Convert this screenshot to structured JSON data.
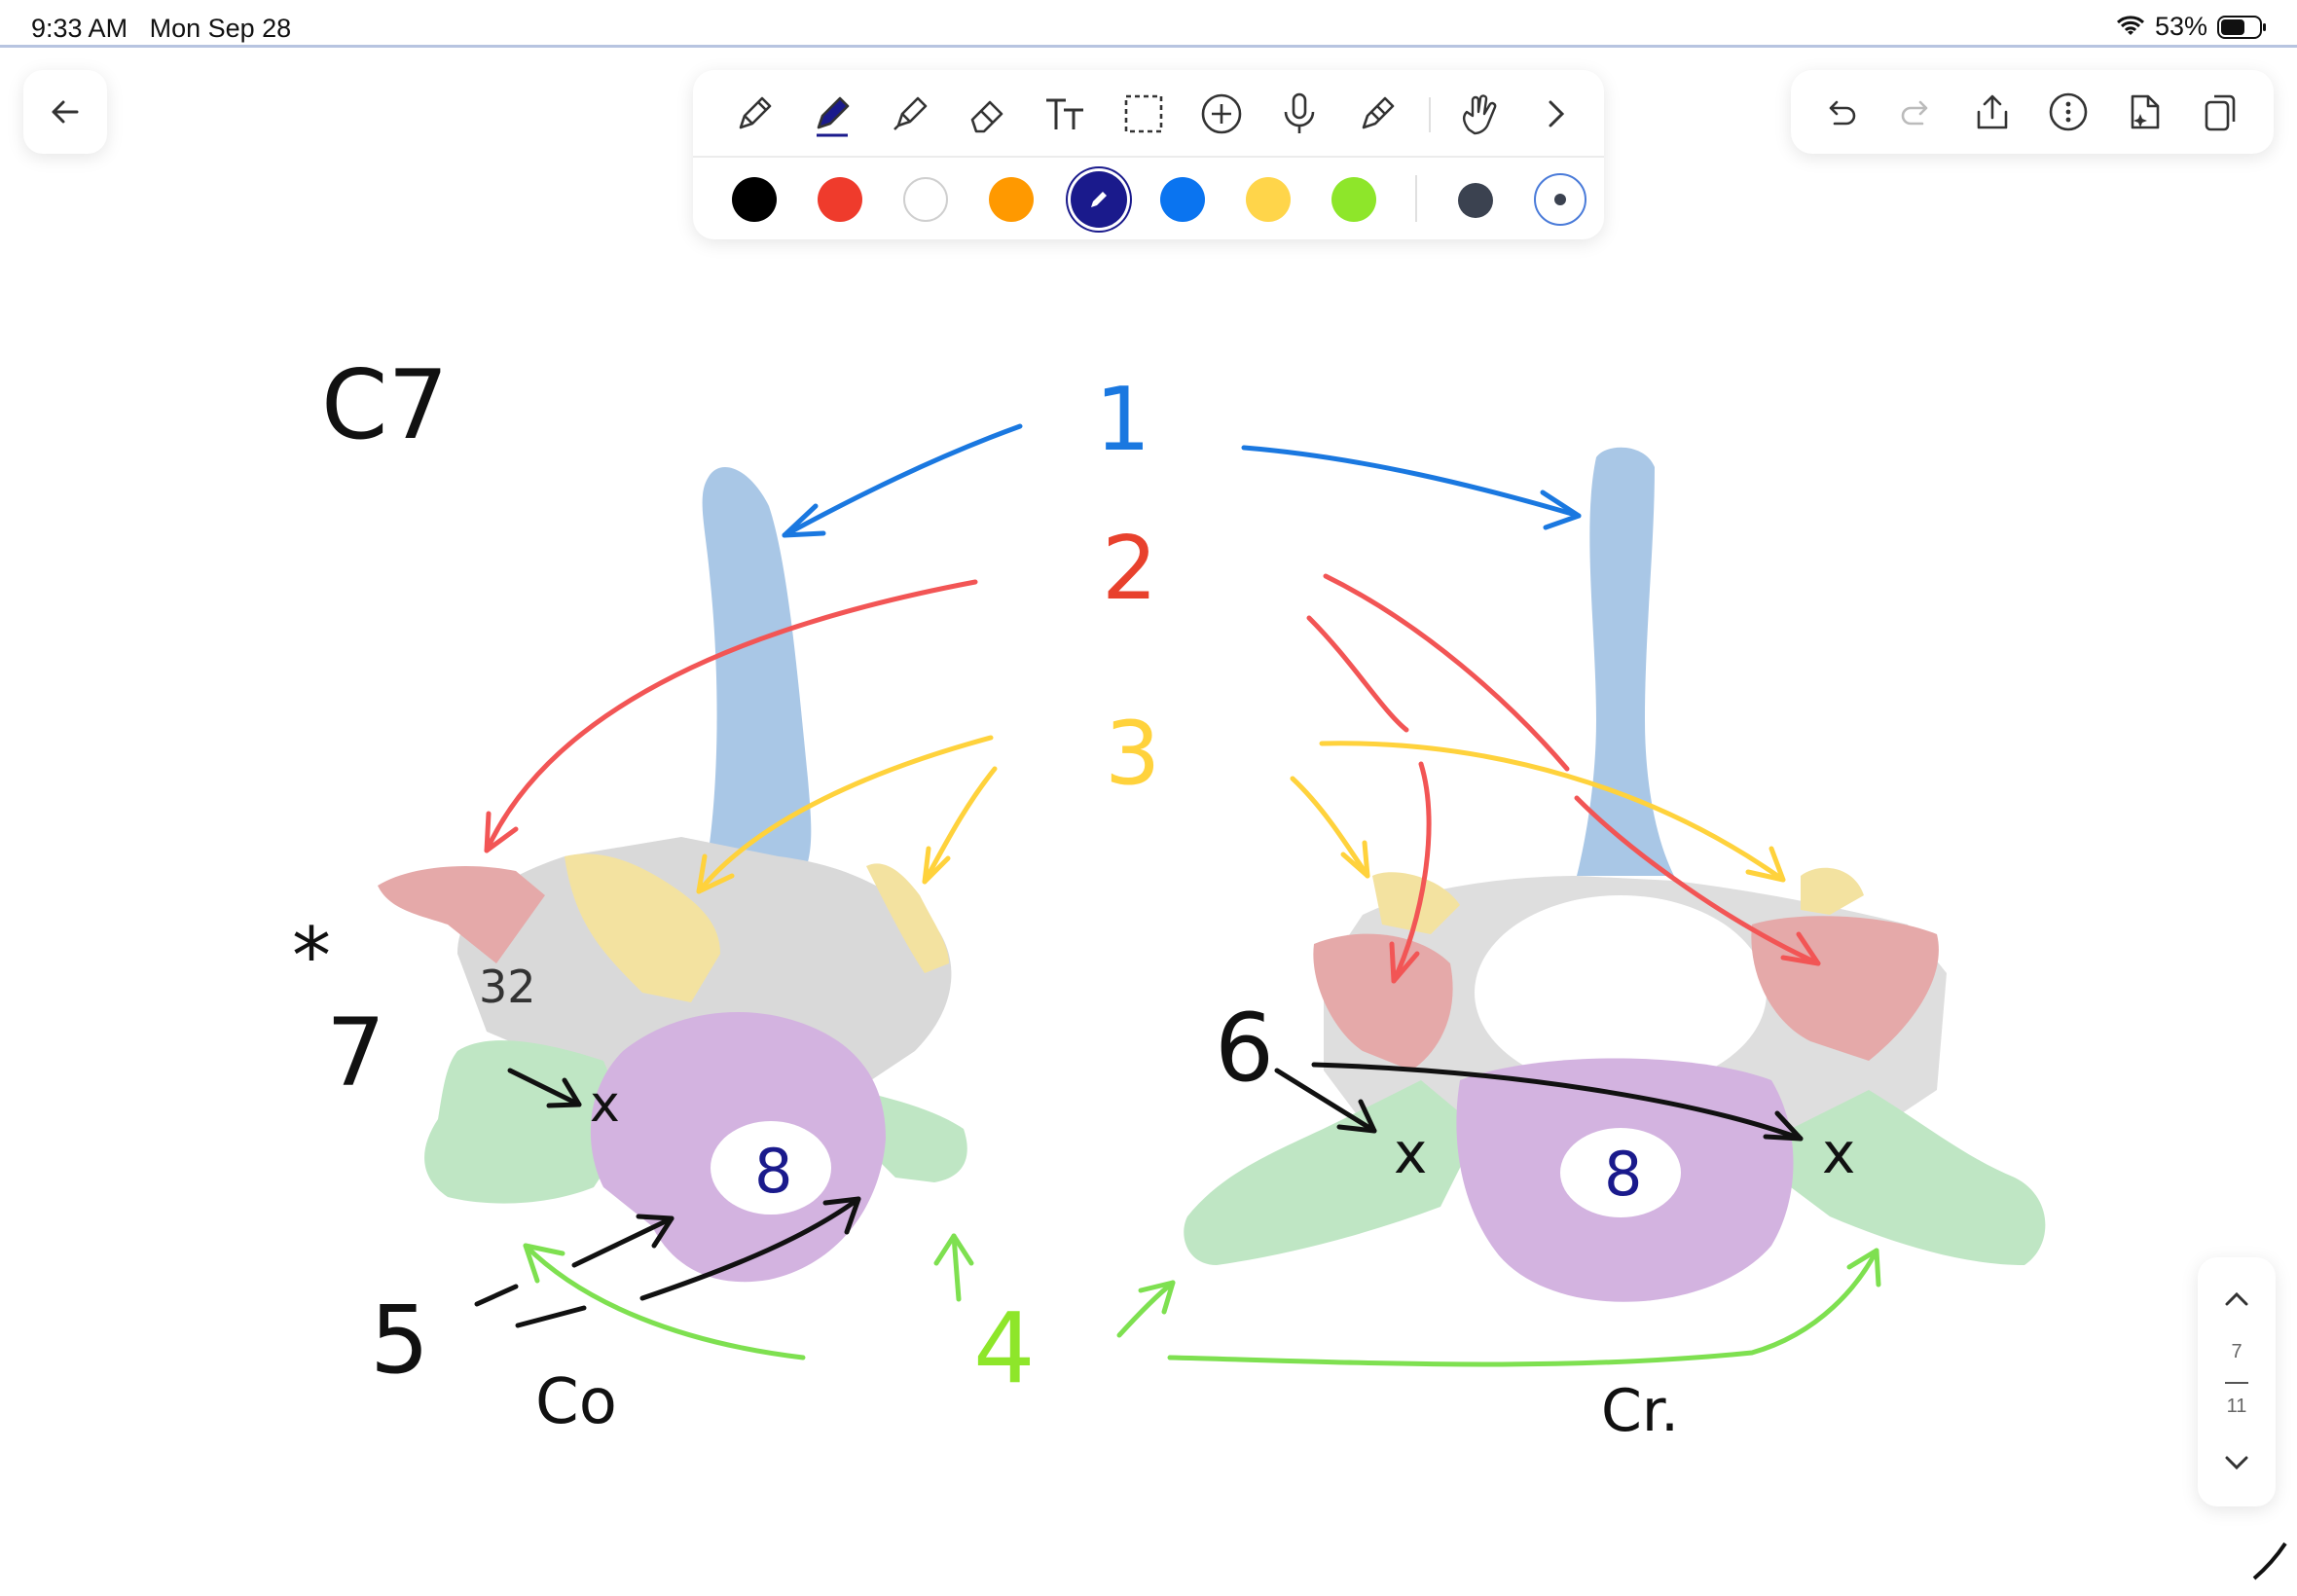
{
  "status": {
    "time": "9:33 AM",
    "date": "Mon Sep 28",
    "battery": "53%"
  },
  "toolbar": {
    "tools": [
      "pencil-icon",
      "pen-icon",
      "highlighter-icon",
      "eraser-icon",
      "text-icon",
      "lasso-icon",
      "shapes-icon",
      "microphone-icon",
      "ruler-pen-icon",
      "hand-gesture-icon",
      "chevron-right-icon"
    ],
    "colors": [
      "#000000",
      "#ef3b2c",
      "#ffffff",
      "#ff9900",
      "#1a1a8c",
      "#0a74f0",
      "#ffd54a",
      "#8ee62a"
    ],
    "selected_color": "#1a1a8c",
    "sizes": [
      "#3b4250",
      "#ffffff"
    ]
  },
  "pager": {
    "current": "7",
    "total": "11"
  },
  "notes": {
    "title": "C7",
    "n1": "1",
    "n2": "2",
    "n3": "3",
    "n4": "4",
    "n5": "5",
    "n6": "6",
    "n7": "7",
    "n8a": "8",
    "n8b": "8",
    "star": "*",
    "mark_32": "32",
    "left_bottom": "Co",
    "right_bottom": "Cr.",
    "x1": "x",
    "x2": "x",
    "x3": "x"
  }
}
